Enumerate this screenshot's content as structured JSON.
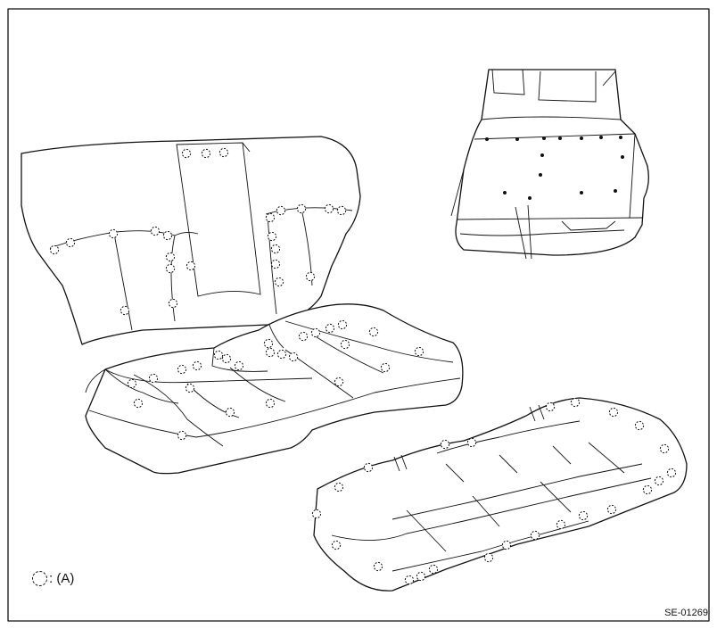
{
  "legend": {
    "symbol": "clip-symbol",
    "label": ": (A)"
  },
  "figure_code": "SE-01269"
}
